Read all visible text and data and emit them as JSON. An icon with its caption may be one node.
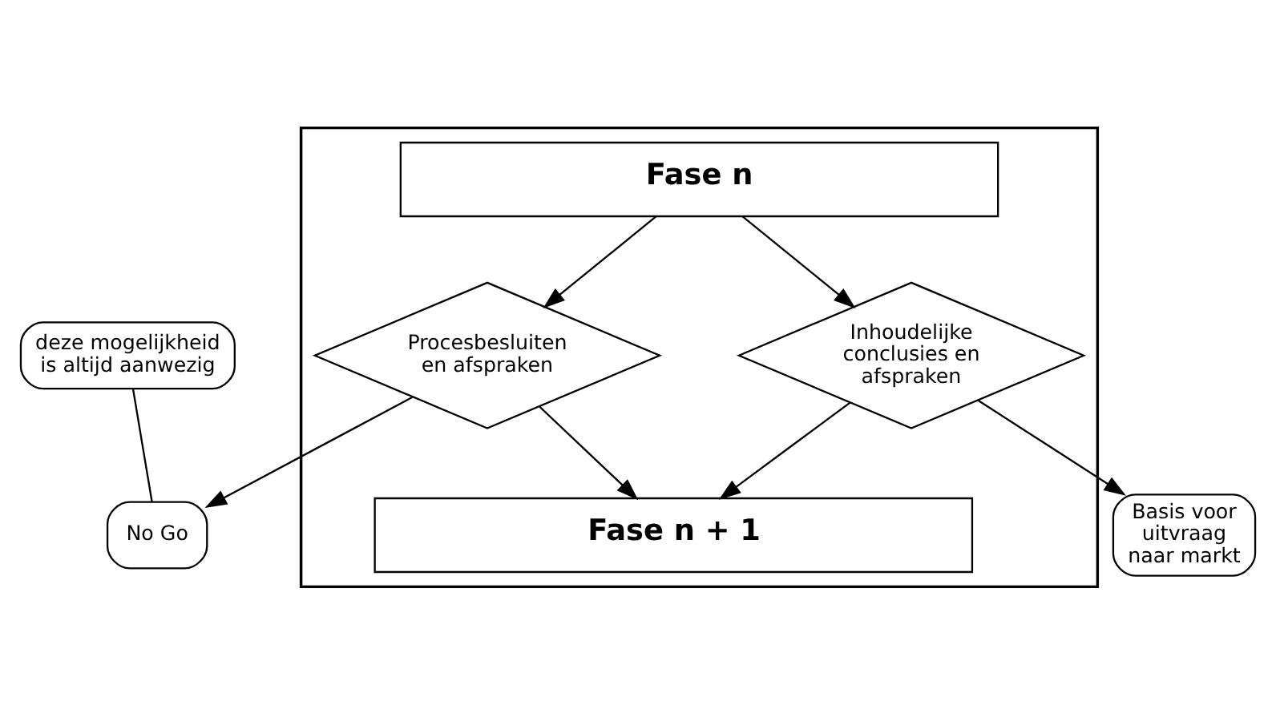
{
  "diagram": {
    "nodes": [
      {
        "text": [],
        "shape": "box"
      },
      {
        "text": [
          "Fase n"
        ],
        "in": 0
      },
      {
        "text": [
          "Procesbesluiten en afspraken"
        ],
        "in": 0
      },
      {
        "text": [
          "Inhoudelijke conclusies en afspraken"
        ],
        "in": 0
      },
      {
        "text": [
          "Fase n + 1"
        ],
        "in": 0
      },
      {
        "text": [
          "No Go"
        ]
      },
      {
        "text": [
          "Basis voor uitvraag naar markt"
        ]
      },
      {
        "text": [
          "deze mogelijkheid is altijd aanwezig"
        ]
      }
    ],
    "edges": [
      {
        "from": 1,
        "to": 2,
        "arrow": "to"
      },
      {
        "from": 1,
        "to": 3,
        "arrow": "to"
      },
      {
        "from": 2,
        "to": 4,
        "arrow": "to"
      },
      {
        "from": 3,
        "to": 4,
        "arrow": "to"
      },
      {
        "from": 2,
        "to": 5,
        "arrow": "to"
      },
      {
        "from": 3,
        "to": 6,
        "arrow": "to"
      },
      {
        "from": 7,
        "to": 5,
        "arrow": "none"
      }
    ]
  }
}
